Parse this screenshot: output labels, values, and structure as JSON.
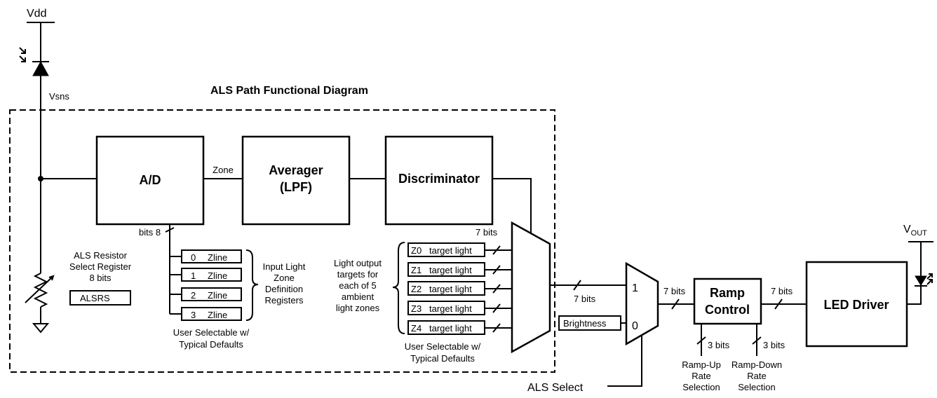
{
  "title": "ALS Path Functional Diagram",
  "labels": {
    "vdd": "Vdd",
    "vsns": "Vsns",
    "zone": "Zone",
    "bits8": "bits 8",
    "als_resistor_lines": [
      "ALS Resistor",
      "Select Register",
      "8 bits"
    ],
    "alsrs": "ALSRS",
    "input_light_lines": [
      "Input Light",
      "Zone",
      "Definition",
      "Registers"
    ],
    "user_sel_1_lines": [
      "User Selectable w/",
      "Typical Defaults"
    ],
    "light_output_lines": [
      "Light output",
      "targets for",
      "each of 5",
      "ambient",
      "light zones"
    ],
    "user_sel_2_lines": [
      "User Selectable w/",
      "Typical Defaults"
    ],
    "bits7_top": "7 bits",
    "bits7_mux": "7 bits",
    "bits7_ramp_in": "7 bits",
    "bits7_ramp_out": "7 bits",
    "brightness": "Brightness",
    "als_select": "ALS Select",
    "bits3_a": "3 bits",
    "bits3_b": "3 bits",
    "ramp_up_lines": [
      "Ramp-Up",
      "Rate",
      "Selection"
    ],
    "ramp_down_lines": [
      "Ramp-Down",
      "Rate",
      "Selection"
    ],
    "vout_main": "V",
    "vout_sub": "OUT"
  },
  "blocks": {
    "ad": "A/D",
    "averager_lines": [
      "Averager",
      "(LPF)"
    ],
    "discriminator": "Discriminator",
    "ramp_lines": [
      "Ramp",
      "Control"
    ],
    "led_driver": "LED Driver"
  },
  "zline_registers": [
    {
      "num": "0",
      "name": "Zline"
    },
    {
      "num": "1",
      "name": "Zline"
    },
    {
      "num": "2",
      "name": "Zline"
    },
    {
      "num": "3",
      "name": "Zline"
    }
  ],
  "target_registers": [
    {
      "id": "Z0",
      "name": "target light",
      "input": "0"
    },
    {
      "id": "Z1",
      "name": "target light",
      "input": "1"
    },
    {
      "id": "Z2",
      "name": "target light",
      "input": "2"
    },
    {
      "id": "Z3",
      "name": "target light",
      "input": "3"
    },
    {
      "id": "Z4",
      "name": "target light",
      "input": "4"
    }
  ],
  "mux2_inputs": [
    "1",
    "0"
  ]
}
